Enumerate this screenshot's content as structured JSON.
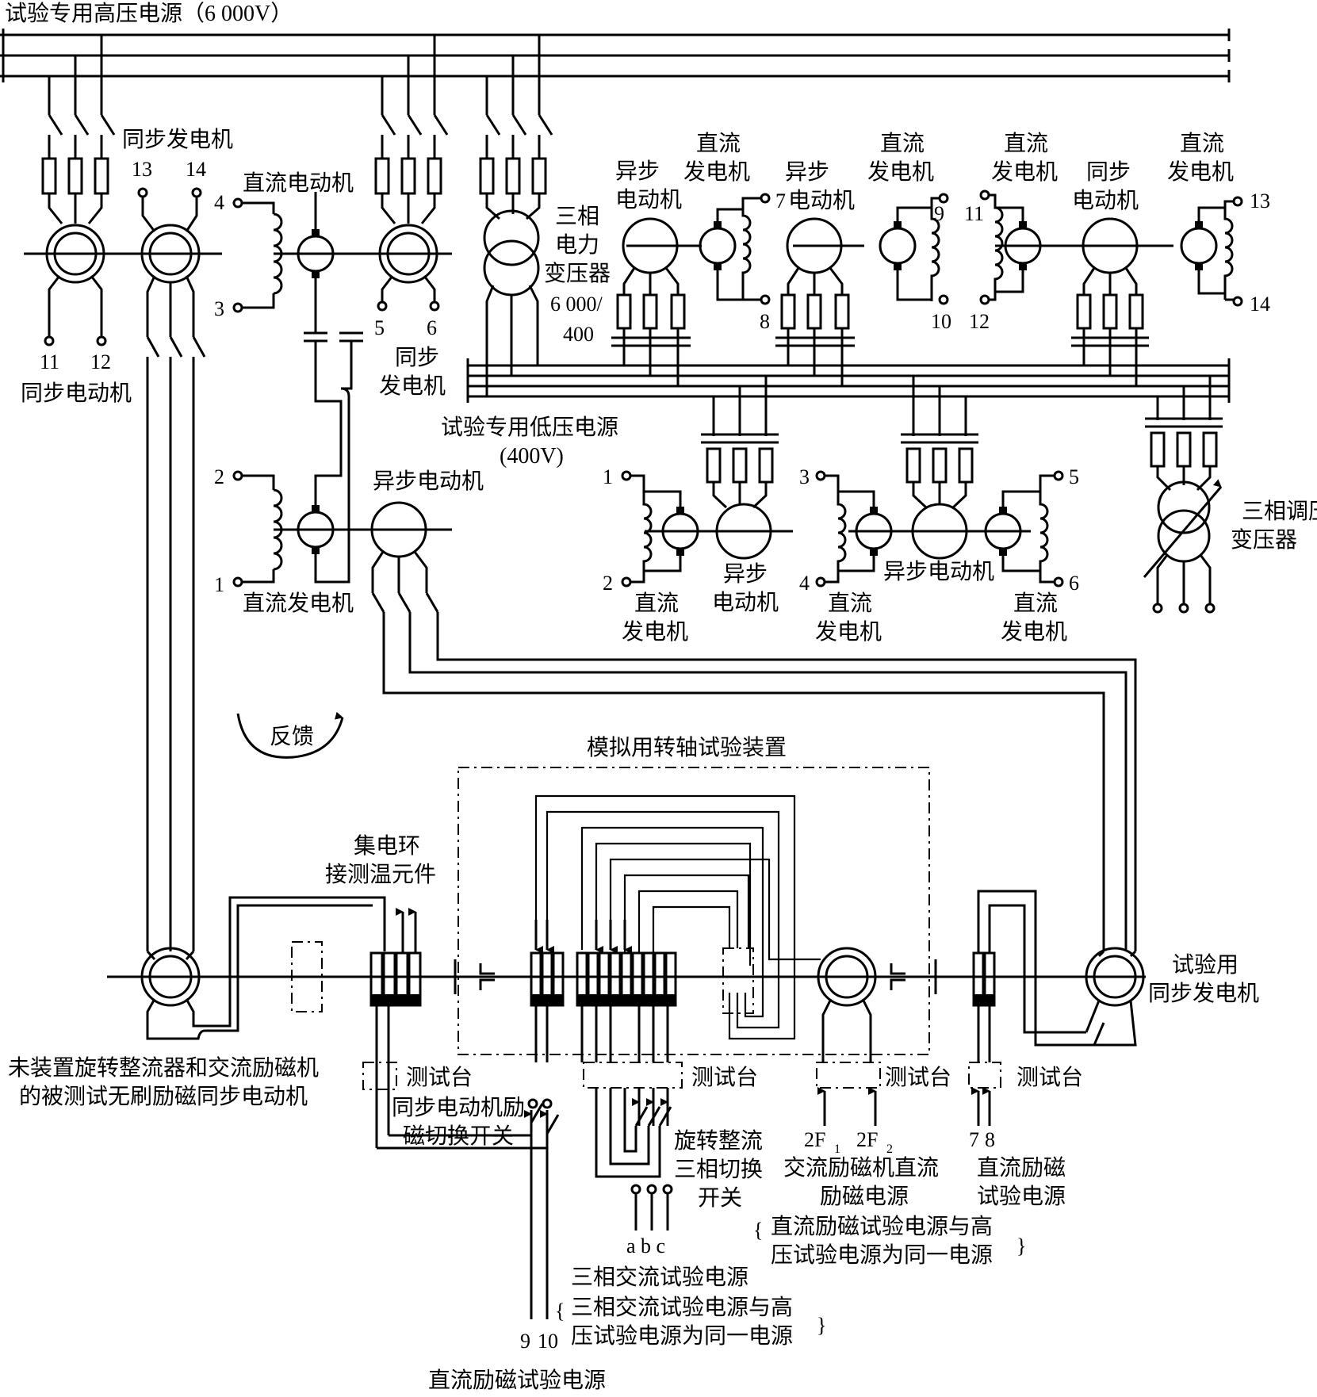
{
  "labels": {
    "hv_bus": "试验专用高压电源（6 000V）",
    "lv_bus_1": "试验专用低压电源",
    "lv_bus_2": "(400V)",
    "sync_motor": "同步电动机",
    "sync_gen_a": "同步发电机",
    "sync_gen_b_1": "同步",
    "sync_gen_b_2": "发电机",
    "dc_motor": "直流电动机",
    "dc_gen_left": "直流发电机",
    "async_motor_left": "异步电动机",
    "transformer_1": "三相",
    "transformer_2": "电力",
    "transformer_3": "变压器",
    "transformer_4": "6 000/",
    "transformer_5": "400",
    "m1_async_1": "异步",
    "m1_async_2": "电动机",
    "m1_dc_1": "直流",
    "m1_dc_2": "发电机",
    "m2_async_1": "异步",
    "m2_async_2": "电动机",
    "m2_dc_1": "直流",
    "m2_dc_2": "发电机",
    "m3_dc_1": "直流",
    "m3_dc_2": "发电机",
    "m3_sync_1": "同步",
    "m3_sync_2": "电动机",
    "m4_dc_1": "直流",
    "m4_dc_2": "发电机",
    "b1_dc_1": "直流",
    "b1_dc_2": "发电机",
    "b1_async_1": "异步",
    "b1_async_2": "电动机",
    "b2_dc_left_1": "直流",
    "b2_dc_left_2": "发电机",
    "b2_async": "异步电动机",
    "b2_dc_right_1": "直流",
    "b2_dc_right_2": "发电机",
    "regulator_1": "三相调压",
    "regulator_2": "变压器",
    "feedback": "反馈",
    "shaft_device": "模拟用转轴试验装置",
    "slip_ring_1": "集电环",
    "slip_ring_2": "接测温元件",
    "test_gen_1": "试验用",
    "test_gen_2": "同步发电机",
    "dut_1": "未装置旋转整流器和交流励磁机",
    "dut_2": "的被测试无刷励磁同步电动机",
    "test_bench_1": "测试台",
    "test_bench_2": "测试台",
    "test_bench_3": "测试台",
    "test_bench_4": "测试台",
    "switch_sync_1": "同步电动机励",
    "switch_sync_2": "磁切换开关",
    "switch_rect_1": "旋转整流",
    "switch_rect_2": "三相切换",
    "switch_rect_3": "开关",
    "f1_main": "2F",
    "f1_sub": "1",
    "f2_main": "2F",
    "f2_sub": "2",
    "ac_exc_1": "交流励磁机直流",
    "ac_exc_2": "励磁电源",
    "dc_exc_1": "直流励磁",
    "dc_exc_2": "试验电源",
    "note_right_1": "直流励磁试验电源与高",
    "note_right_2": "压试验电源为同一电源",
    "abc": "a b c",
    "ac3_source": "三相交流试验电源",
    "note_bottom_1": "三相交流试验电源与高",
    "note_bottom_2": "压试验电源为同一电源",
    "dc_bottom": "直流励磁试验电源"
  },
  "terminals": {
    "t13": "13",
    "t14": "14",
    "t11": "11",
    "t12": "12",
    "t4": "4",
    "t3": "3",
    "t5": "5",
    "t6": "6",
    "t2": "2",
    "t1": "1",
    "m1_7": "7",
    "m1_8": "8",
    "m2_9": "9",
    "m2_10": "10",
    "m3_11": "11",
    "m3_12": "12",
    "m4_13": "13",
    "m4_14": "14",
    "b1_1": "1",
    "b1_2": "2",
    "b2_3": "3",
    "b2_4": "4",
    "b2_5": "5",
    "b2_6": "6",
    "ex_7": "7",
    "ex_8": "8",
    "dc_9": "9",
    "dc_10": "10"
  }
}
